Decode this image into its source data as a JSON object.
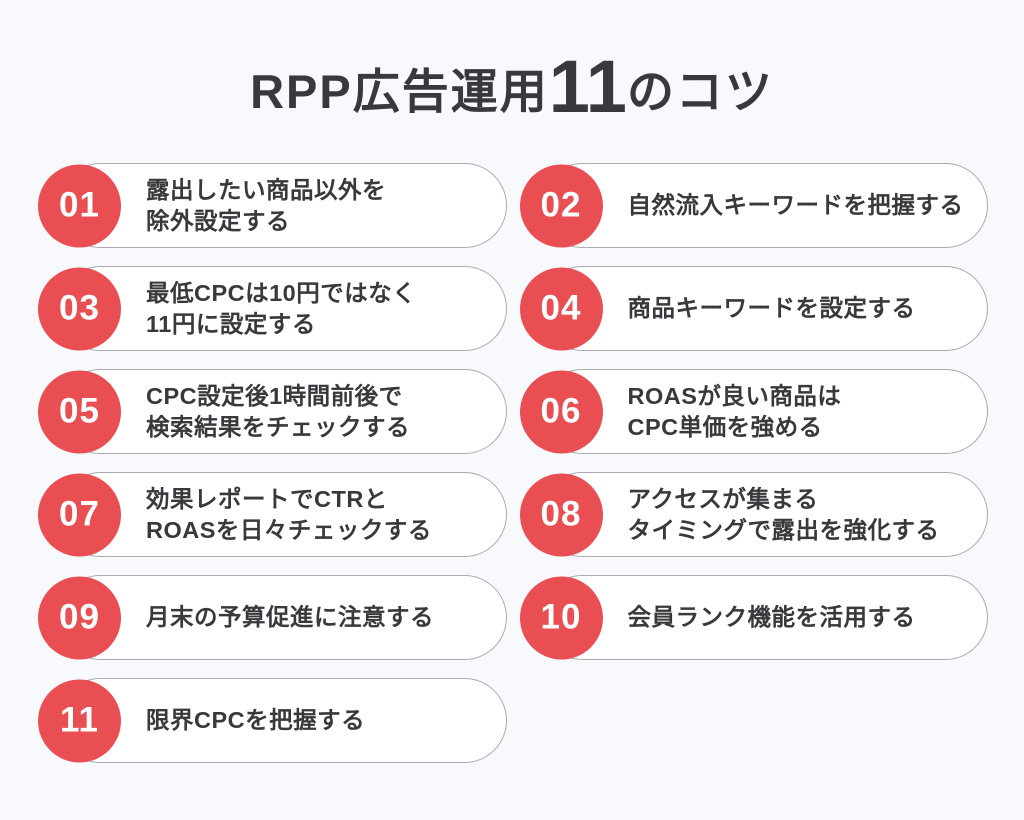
{
  "theme": {
    "bg": "#f8f9fd",
    "accent": "#e94f52",
    "text": "#38383d",
    "pill-bg": "#ffffff",
    "pill-border": "#a9aab3",
    "badge-text": "#ffffff"
  },
  "title": {
    "prefix": "RPP広告運用",
    "number": "11",
    "suffix": "のコツ"
  },
  "tips": [
    {
      "number": "01",
      "lines": [
        "露出したい商品以外を",
        "除外設定する"
      ]
    },
    {
      "number": "02",
      "lines": [
        "自然流入キーワードを把握する"
      ]
    },
    {
      "number": "03",
      "lines": [
        "最低CPCは10円ではなく",
        "11円に設定する"
      ]
    },
    {
      "number": "04",
      "lines": [
        "商品キーワードを設定する"
      ]
    },
    {
      "number": "05",
      "lines": [
        "CPC設定後1時間前後で",
        "検索結果をチェックする"
      ]
    },
    {
      "number": "06",
      "lines": [
        "ROASが良い商品は",
        "CPC単価を強める"
      ]
    },
    {
      "number": "07",
      "lines": [
        "効果レポートでCTRと",
        "ROASを日々チェックする"
      ]
    },
    {
      "number": "08",
      "lines": [
        "アクセスが集まる",
        "タイミングで露出を強化する"
      ]
    },
    {
      "number": "09",
      "lines": [
        "月末の予算促進に注意する"
      ]
    },
    {
      "number": "10",
      "lines": [
        "会員ランク機能を活用する"
      ]
    },
    {
      "number": "11",
      "lines": [
        "限界CPCを把握する"
      ]
    }
  ]
}
